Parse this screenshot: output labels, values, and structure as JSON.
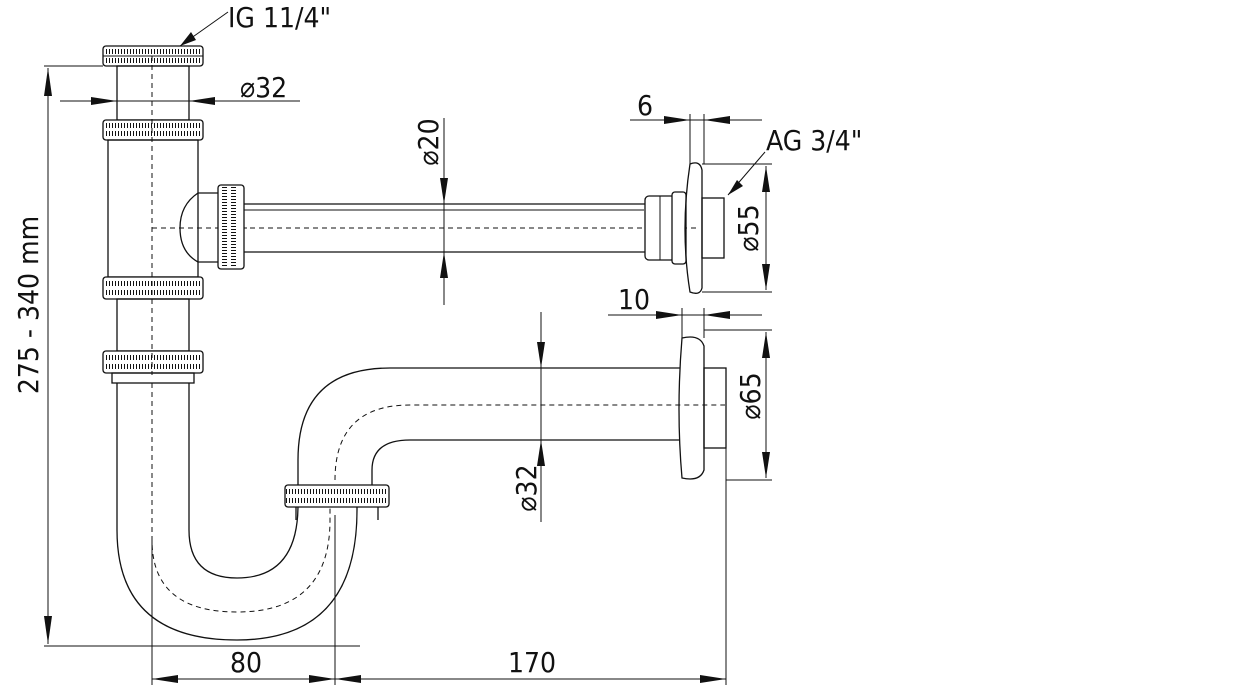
{
  "drawing": {
    "labels": {
      "top_thread": "IG 11/4\"",
      "inlet_diameter": "⌀32",
      "tube_diameter": "⌀20",
      "nut_width": "6",
      "outlet_thread": "AG 3/4\"",
      "rosette_small_diameter": "⌀55",
      "rosette_offset": "10",
      "rosette_large_diameter": "⌀65",
      "trap_diameter": "⌀32",
      "overall_height": "275 - 340 mm",
      "horizontal_left": "80",
      "horizontal_right": "170"
    }
  }
}
